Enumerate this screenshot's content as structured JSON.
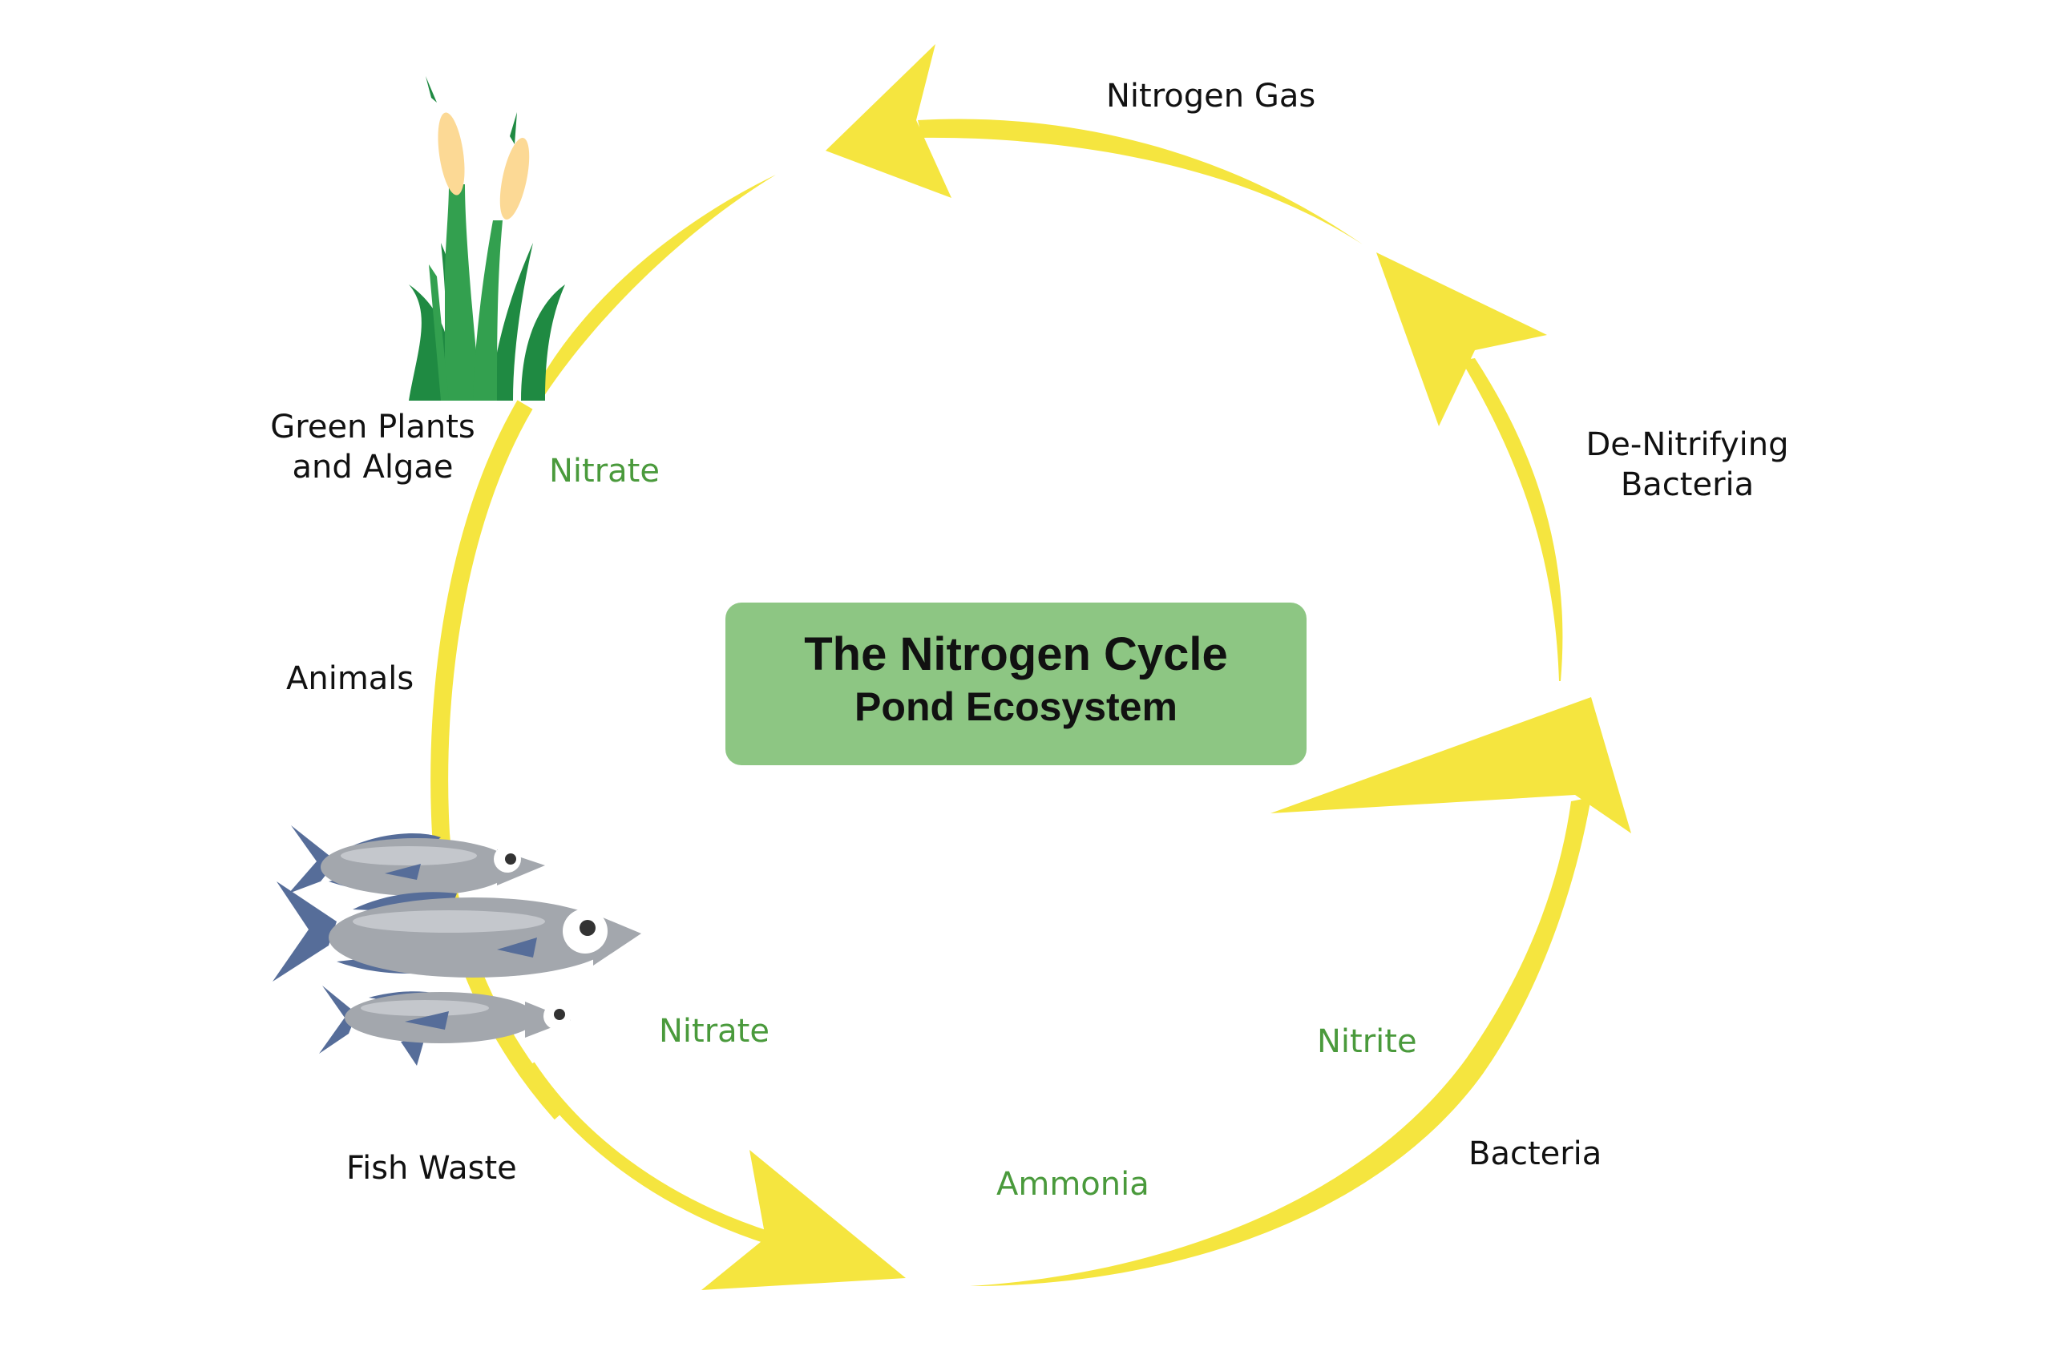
{
  "title": {
    "main": "The Nitrogen Cycle",
    "sub": "Pond Ecosystem"
  },
  "labels": {
    "nitrogen_gas": "Nitrogen Gas",
    "denitrifying_line1": "De-Nitrifying",
    "denitrifying_line2": "Bacteria",
    "green_plants_line1": "Green Plants",
    "green_plants_line2": "and Algae",
    "animals": "Animals",
    "fish_waste": "Fish Waste",
    "bacteria": "Bacteria"
  },
  "compounds": {
    "nitrate_top": "Nitrate",
    "nitrate_bottom": "Nitrate",
    "ammonia": "Ammonia",
    "nitrite": "Nitrite"
  },
  "colors": {
    "arrow": "#f5e53f",
    "title_box": "#8dc683",
    "compound_text": "#4a9a3c",
    "plant_dark": "#1f8a42",
    "plant_light": "#33a04f",
    "cattail": "#fcd995",
    "fish_body": "#a3a7ad",
    "fish_fin": "#566d99"
  }
}
